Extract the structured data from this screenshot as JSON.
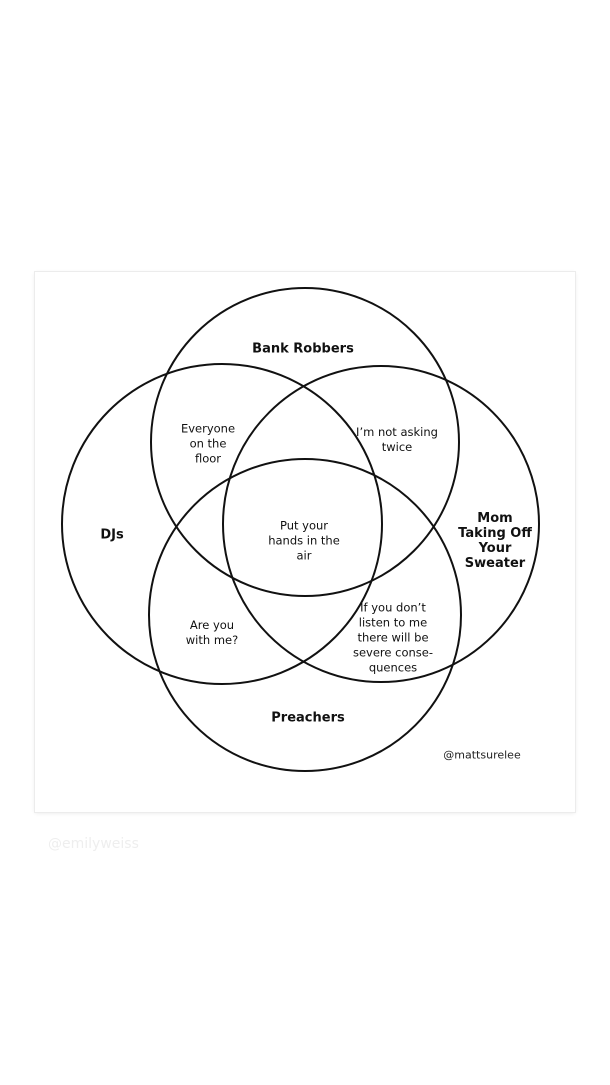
{
  "diagram": {
    "sets": {
      "top": "Bank Robbers",
      "left": "DJs",
      "right_lines": [
        "Mom",
        "Taking Off",
        "Your",
        "Sweater"
      ],
      "bottom": "Preachers"
    },
    "intersections": {
      "top_left_lines": [
        "Everyone",
        "on the",
        "floor"
      ],
      "top_right_lines": [
        "I’m not asking",
        "twice"
      ],
      "center_lines": [
        "Put your",
        "hands in the",
        "air"
      ],
      "bottom_left_lines": [
        "Are you",
        "with me?"
      ],
      "bottom_right_lines": [
        "If you don’t",
        "listen to me",
        "there will be",
        "severe conse-",
        "quences"
      ]
    },
    "credit": "@mattsurelee"
  },
  "watermark": "@emilyweiss",
  "colors": {
    "stroke": "#111111",
    "background": "#ffffff"
  }
}
